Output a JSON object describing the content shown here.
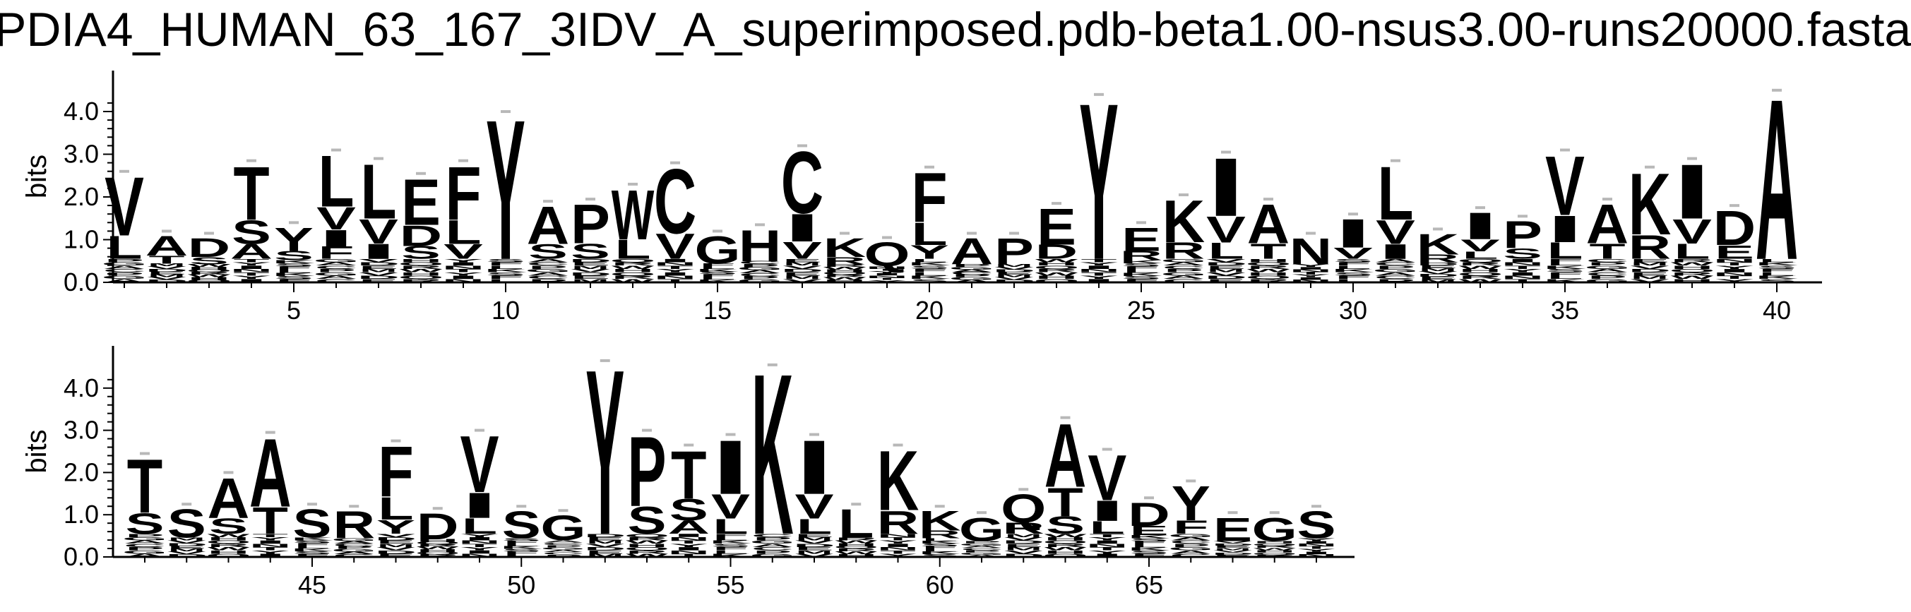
{
  "title": "PDIA4_HUMAN_63_167_3IDV_A_superimposed.pdb-beta1.00-nsus3.00-runs20000.fasta",
  "chart_data": [
    {
      "type": "sequence-logo",
      "ylabel": "bits",
      "ylim": [
        0,
        4.32
      ],
      "yticks": [
        "0.0",
        "1.0",
        "2.0",
        "3.0",
        "4.0"
      ],
      "xticks": [
        5,
        10,
        15,
        20,
        25,
        30,
        35,
        40
      ],
      "xrange": [
        1,
        40
      ],
      "positions": [
        {
          "pos": 1,
          "total": 2.5,
          "main": [
            "V",
            "L"
          ]
        },
        {
          "pos": 2,
          "total": 1.1,
          "main": [
            "A",
            "T"
          ]
        },
        {
          "pos": 3,
          "total": 1.05,
          "main": [
            "D",
            "S"
          ]
        },
        {
          "pos": 4,
          "total": 2.75,
          "main": [
            "T",
            "S",
            "A"
          ]
        },
        {
          "pos": 5,
          "total": 1.3,
          "main": [
            "Y",
            "S"
          ]
        },
        {
          "pos": 6,
          "total": 3.0,
          "main": [
            "L",
            "V",
            "I",
            "F"
          ]
        },
        {
          "pos": 7,
          "total": 2.8,
          "main": [
            "L",
            "V",
            "I"
          ]
        },
        {
          "pos": 8,
          "total": 2.45,
          "main": [
            "E",
            "D",
            "S"
          ]
        },
        {
          "pos": 9,
          "total": 2.75,
          "main": [
            "F",
            "L",
            "V"
          ]
        },
        {
          "pos": 10,
          "total": 3.9,
          "main": [
            "Y"
          ]
        },
        {
          "pos": 11,
          "total": 1.8,
          "main": [
            "A",
            "S"
          ]
        },
        {
          "pos": 12,
          "total": 1.85,
          "main": [
            "P",
            "S"
          ]
        },
        {
          "pos": 13,
          "total": 2.2,
          "main": [
            "W",
            "L"
          ]
        },
        {
          "pos": 14,
          "total": 2.7,
          "main": [
            "C",
            "V"
          ]
        },
        {
          "pos": 15,
          "total": 1.1,
          "main": [
            "G"
          ]
        },
        {
          "pos": 16,
          "total": 1.25,
          "main": [
            "H"
          ]
        },
        {
          "pos": 17,
          "total": 3.1,
          "main": [
            "C",
            "I",
            "V"
          ]
        },
        {
          "pos": 18,
          "total": 1.05,
          "main": [
            "K",
            "R"
          ]
        },
        {
          "pos": 19,
          "total": 0.95,
          "main": [
            "Q"
          ]
        },
        {
          "pos": 20,
          "total": 2.6,
          "main": [
            "F",
            "L",
            "Y"
          ]
        },
        {
          "pos": 21,
          "total": 1.05,
          "main": [
            "A"
          ]
        },
        {
          "pos": 22,
          "total": 1.05,
          "main": [
            "P"
          ]
        },
        {
          "pos": 23,
          "total": 1.75,
          "main": [
            "E",
            "D"
          ]
        },
        {
          "pos": 24,
          "total": 4.3,
          "main": [
            "Y"
          ]
        },
        {
          "pos": 25,
          "total": 1.3,
          "main": [
            "E",
            "R"
          ]
        },
        {
          "pos": 26,
          "total": 1.95,
          "main": [
            "K",
            "R"
          ]
        },
        {
          "pos": 27,
          "total": 2.95,
          "main": [
            "I",
            "V",
            "L"
          ]
        },
        {
          "pos": 28,
          "total": 1.85,
          "main": [
            "A",
            "T"
          ]
        },
        {
          "pos": 29,
          "total": 1.05,
          "main": [
            "N"
          ]
        },
        {
          "pos": 30,
          "total": 1.5,
          "main": [
            "I",
            "V"
          ]
        },
        {
          "pos": 31,
          "total": 2.75,
          "main": [
            "L",
            "V",
            "I"
          ]
        },
        {
          "pos": 32,
          "total": 1.15,
          "main": [
            "K",
            "R"
          ]
        },
        {
          "pos": 33,
          "total": 1.65,
          "main": [
            "I",
            "V",
            "L"
          ]
        },
        {
          "pos": 34,
          "total": 1.45,
          "main": [
            "P",
            "S"
          ]
        },
        {
          "pos": 35,
          "total": 3.0,
          "main": [
            "V",
            "I",
            "L"
          ]
        },
        {
          "pos": 36,
          "total": 1.85,
          "main": [
            "A",
            "T"
          ]
        },
        {
          "pos": 37,
          "total": 2.6,
          "main": [
            "K",
            "R"
          ]
        },
        {
          "pos": 38,
          "total": 2.8,
          "main": [
            "I",
            "V",
            "L"
          ]
        },
        {
          "pos": 39,
          "total": 1.7,
          "main": [
            "D",
            "E"
          ]
        },
        {
          "pos": 40,
          "total": 4.4,
          "main": [
            "A"
          ]
        }
      ]
    },
    {
      "type": "sequence-logo",
      "ylabel": "bits",
      "ylim": [
        0,
        4.32
      ],
      "yticks": [
        "0.0",
        "1.0",
        "2.0",
        "3.0",
        "4.0"
      ],
      "xticks": [
        45,
        50,
        55,
        60,
        65
      ],
      "xrange": [
        41,
        69
      ],
      "positions": [
        {
          "pos": 41,
          "total": 2.35,
          "main": [
            "T",
            "S"
          ]
        },
        {
          "pos": 42,
          "total": 1.15,
          "main": [
            "S"
          ]
        },
        {
          "pos": 43,
          "total": 1.9,
          "main": [
            "A",
            "S"
          ]
        },
        {
          "pos": 44,
          "total": 2.85,
          "main": [
            "A",
            "T"
          ]
        },
        {
          "pos": 45,
          "total": 1.15,
          "main": [
            "S"
          ]
        },
        {
          "pos": 46,
          "total": 1.1,
          "main": [
            "R"
          ]
        },
        {
          "pos": 47,
          "total": 2.65,
          "main": [
            "F",
            "L",
            "Y"
          ]
        },
        {
          "pos": 48,
          "total": 1.05,
          "main": [
            "D"
          ]
        },
        {
          "pos": 49,
          "total": 2.9,
          "main": [
            "V",
            "I",
            "L"
          ]
        },
        {
          "pos": 50,
          "total": 1.1,
          "main": [
            "S"
          ]
        },
        {
          "pos": 51,
          "total": 1.0,
          "main": [
            "G"
          ]
        },
        {
          "pos": 52,
          "total": 4.55,
          "main": [
            "Y"
          ]
        },
        {
          "pos": 53,
          "total": 2.9,
          "main": [
            "P",
            "S"
          ]
        },
        {
          "pos": 54,
          "total": 2.55,
          "main": [
            "T",
            "S",
            "A"
          ]
        },
        {
          "pos": 55,
          "total": 2.8,
          "main": [
            "I",
            "V",
            "L"
          ]
        },
        {
          "pos": 56,
          "total": 4.45,
          "main": [
            "K"
          ]
        },
        {
          "pos": 57,
          "total": 2.8,
          "main": [
            "I",
            "V",
            "L"
          ]
        },
        {
          "pos": 58,
          "total": 1.15,
          "main": [
            "L"
          ]
        },
        {
          "pos": 59,
          "total": 2.55,
          "main": [
            "K",
            "R"
          ]
        },
        {
          "pos": 60,
          "total": 1.1,
          "main": [
            "K",
            "R"
          ]
        },
        {
          "pos": 61,
          "total": 0.95,
          "main": [
            "G"
          ]
        },
        {
          "pos": 62,
          "total": 1.5,
          "main": [
            "Q",
            "R"
          ]
        },
        {
          "pos": 63,
          "total": 3.2,
          "main": [
            "A",
            "T",
            "S"
          ]
        },
        {
          "pos": 64,
          "total": 2.45,
          "main": [
            "V",
            "I",
            "L"
          ]
        },
        {
          "pos": 65,
          "total": 1.3,
          "main": [
            "D",
            "E"
          ]
        },
        {
          "pos": 66,
          "total": 1.7,
          "main": [
            "Y",
            "F"
          ]
        },
        {
          "pos": 67,
          "total": 0.95,
          "main": [
            "E"
          ]
        },
        {
          "pos": 68,
          "total": 0.95,
          "main": [
            "G"
          ]
        },
        {
          "pos": 69,
          "total": 1.1,
          "main": [
            "S"
          ]
        }
      ]
    }
  ]
}
